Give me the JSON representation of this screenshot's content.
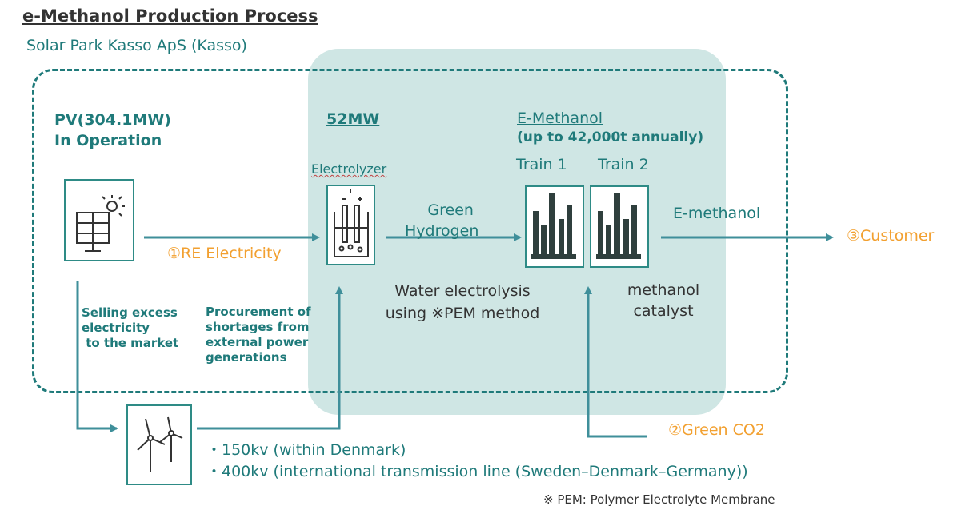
{
  "title": "e-Methanol Production Process",
  "site": "Solar Park Kasso ApS (Kasso)",
  "pv": {
    "capacity": "PV(304.1MW)",
    "status": "In Operation"
  },
  "electrolyzer": {
    "capacity": "52MW",
    "label": "Electrolyzer",
    "process_line1": "Water electrolysis",
    "process_line2": "using ※PEM method"
  },
  "emethanol": {
    "title": "E-Methanol",
    "volume": "(up to 42,000t annually)",
    "train1": "Train 1",
    "train2": "Train 2",
    "catalyst_line1": "methanol",
    "catalyst_line2": "catalyst"
  },
  "flows": {
    "re_electricity": "①RE Electricity",
    "green_hydrogen_line1": "Green",
    "green_hydrogen_line2": "Hydrogen",
    "e_methanol": "E-methanol",
    "customer": "③Customer",
    "green_co2": "②Green CO2"
  },
  "grid": {
    "selling_line1": "Selling excess",
    "selling_line2": "electricity",
    "selling_line3": " to the market",
    "procure_line1": "Procurement of",
    "procure_line2": "shortages from",
    "procure_line3": "external power",
    "procure_line4": "generations",
    "line_150": "・150kv (within Denmark)",
    "line_400": "・400kv (international transmission line (Sweden–Denmark–Germany))"
  },
  "footnote": "※ PEM: Polymer Electrolyte Membrane",
  "colors": {
    "teal": "#1f7a7a",
    "orange": "#f2a030",
    "panel": "#cfe6e4",
    "arrow": "#3f8f9a"
  }
}
